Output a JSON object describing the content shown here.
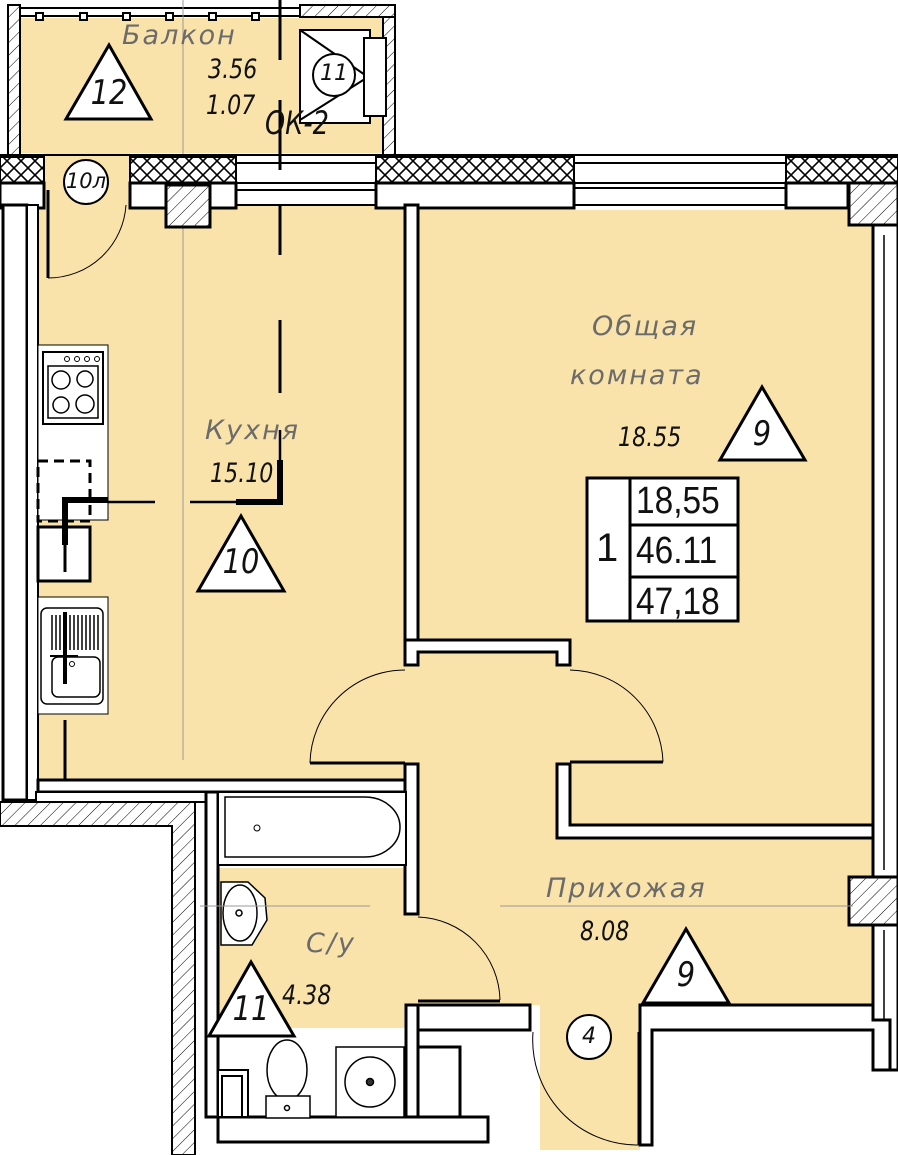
{
  "plan": {
    "type": "apartment-floor-plan",
    "fill_color": "#f9e3ab",
    "wall_color": "#000000",
    "background": "#ffffff"
  },
  "rooms": [
    {
      "id": "balcony",
      "name": "Балкон",
      "area": "3.56",
      "reduced_area": "1.07",
      "marker": "12"
    },
    {
      "id": "kitchen",
      "name": "Кухня",
      "area": "15.10",
      "marker": "10"
    },
    {
      "id": "living",
      "name_line1": "Общая",
      "name_line2": "комната",
      "area": "18.55",
      "marker": "9"
    },
    {
      "id": "hallway",
      "name": "Прихожая",
      "area": "8.08",
      "marker": "9"
    },
    {
      "id": "bathroom",
      "name": "С/у",
      "area": "4.38",
      "marker": "11"
    }
  ],
  "summary_table": {
    "room_count": "1",
    "living_area": "18,55",
    "total_area": "46.11",
    "total_area_with_balcony": "47,18"
  },
  "markers": {
    "balcony_unit": "11",
    "window_door_code": "ОК-2",
    "balcony_door": "10л",
    "entrance_door": "4"
  }
}
